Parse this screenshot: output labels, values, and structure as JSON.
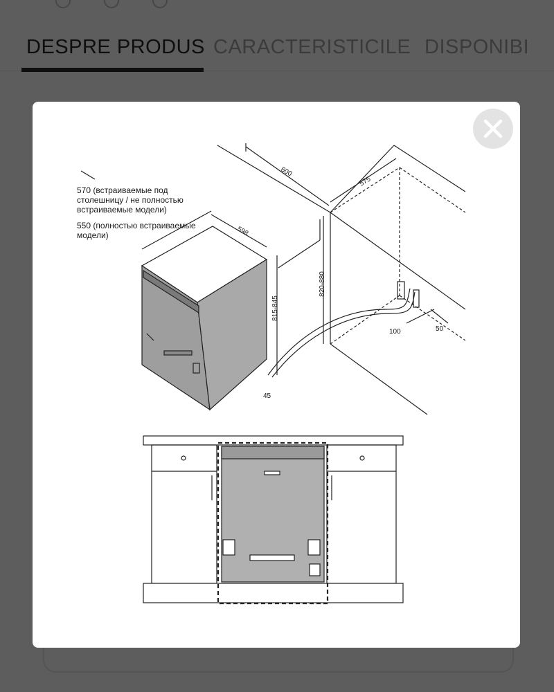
{
  "tabs": [
    {
      "label": "DESPRE PRODUS",
      "active": true
    },
    {
      "label": "CARACTERISTICILE",
      "active": false
    },
    {
      "label": "DISPONIBI",
      "active": false
    }
  ],
  "modal": {
    "close_icon": "close-icon",
    "labels": {
      "note_570_line1": "570 (встраиваемые под",
      "note_570_line2": "столешницу /  не полностью",
      "note_570_line3": "встраиваемые  модели)",
      "note_550_line1": "550 (полностью встраиваемые",
      "note_550_line2": "модели)"
    },
    "dimensions": {
      "d600": "600",
      "d575": "575",
      "d598": "598",
      "d815": "815-845",
      "d820": "820-880",
      "d45": "45",
      "d100": "100",
      "d50": "50"
    }
  },
  "colors": {
    "page_bg": "#5e5d5e",
    "modal_bg": "#ffffff",
    "active_tab": "#0e0e0e",
    "inactive_tab": "#3c3b3c"
  }
}
